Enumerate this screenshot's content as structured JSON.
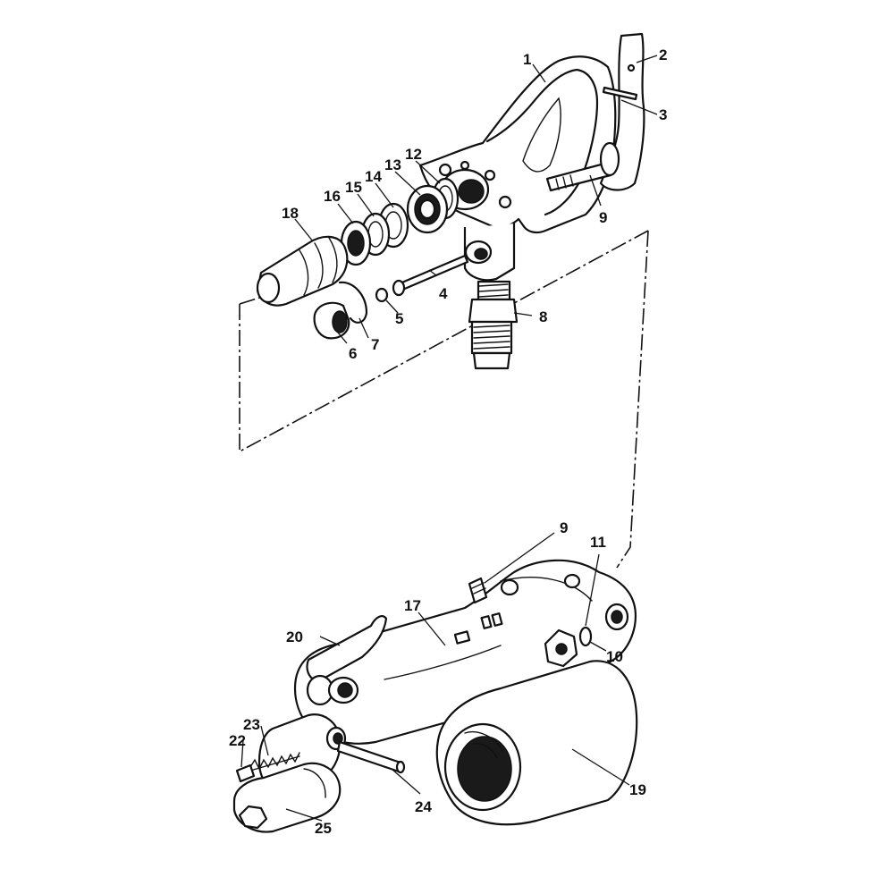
{
  "figure": {
    "type": "exploded-parts-diagram",
    "ink_color": "#111111",
    "background_color": "#ffffff"
  },
  "callouts": [
    {
      "id": "c1",
      "text": "1"
    },
    {
      "id": "c2",
      "text": "2"
    },
    {
      "id": "c3",
      "text": "3"
    },
    {
      "id": "c4",
      "text": "4"
    },
    {
      "id": "c5",
      "text": "5"
    },
    {
      "id": "c6",
      "text": "6"
    },
    {
      "id": "c7",
      "text": "7"
    },
    {
      "id": "c8",
      "text": "8"
    },
    {
      "id": "c9a",
      "text": "9"
    },
    {
      "id": "c9b",
      "text": "9"
    },
    {
      "id": "c10",
      "text": "10"
    },
    {
      "id": "c11",
      "text": "11"
    },
    {
      "id": "c12",
      "text": "12"
    },
    {
      "id": "c13",
      "text": "13"
    },
    {
      "id": "c14",
      "text": "14"
    },
    {
      "id": "c15",
      "text": "15"
    },
    {
      "id": "c16",
      "text": "16"
    },
    {
      "id": "c17",
      "text": "17"
    },
    {
      "id": "c18",
      "text": "18"
    },
    {
      "id": "c19",
      "text": "19"
    },
    {
      "id": "c20",
      "text": "20"
    },
    {
      "id": "c21",
      "text": "22"
    },
    {
      "id": "c23",
      "text": "23"
    },
    {
      "id": "c24",
      "text": "24"
    },
    {
      "id": "c25",
      "text": "25"
    }
  ]
}
